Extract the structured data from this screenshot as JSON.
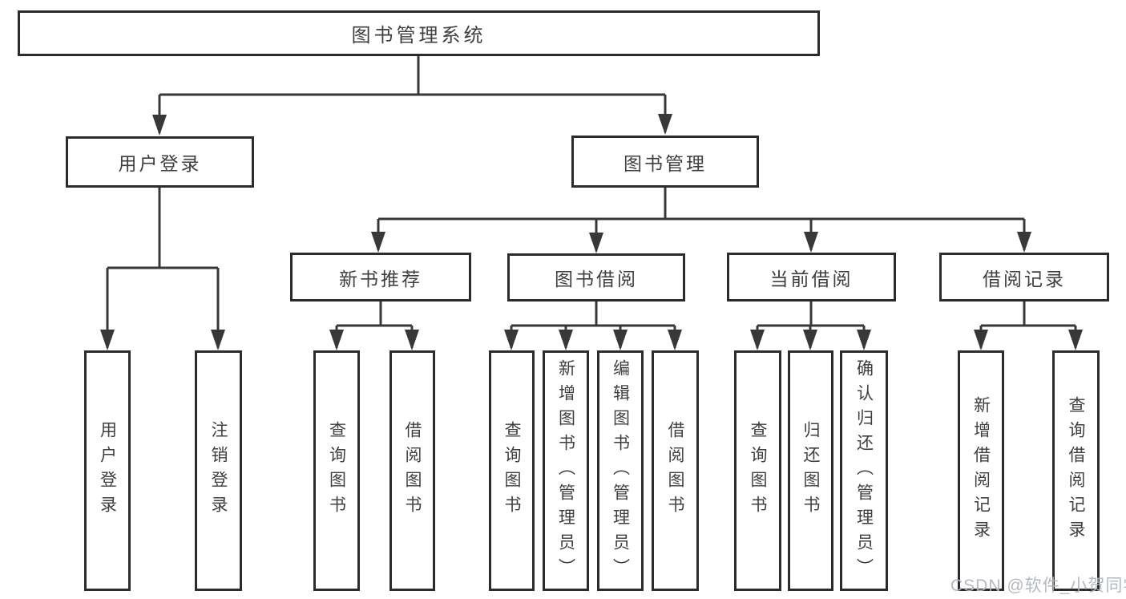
{
  "root": {
    "label": "图书管理系统"
  },
  "level2": [
    {
      "label": "用户登录"
    },
    {
      "label": "图书管理"
    }
  ],
  "level3": [
    {
      "label": "新书推荐"
    },
    {
      "label": "图书借阅"
    },
    {
      "label": "当前借阅"
    },
    {
      "label": "借阅记录"
    }
  ],
  "leaves": [
    {
      "label": "用户登录",
      "parent": "用户登录"
    },
    {
      "label": "注销登录",
      "parent": "用户登录"
    },
    {
      "label": "查询图书",
      "parent": "新书推荐"
    },
    {
      "label": "借阅图书",
      "parent": "新书推荐"
    },
    {
      "label": "查询图书",
      "parent": "图书借阅"
    },
    {
      "label": "新增图书（管理员）",
      "parent": "图书借阅"
    },
    {
      "label": "编辑图书（管理员）",
      "parent": "图书借阅"
    },
    {
      "label": "借阅图书",
      "parent": "图书借阅"
    },
    {
      "label": "查询图书",
      "parent": "当前借阅"
    },
    {
      "label": "归还图书",
      "parent": "当前借阅"
    },
    {
      "label": "确认归还（管理员）",
      "parent": "当前借阅"
    },
    {
      "label": "新增借阅记录",
      "parent": "借阅记录"
    },
    {
      "label": "查询借阅记录",
      "parent": "借阅记录"
    }
  ],
  "watermark": "CSDN @软件_小贺同学",
  "colors": {
    "background": "#ffffff",
    "line": "#383838",
    "border": "#2c2c2c",
    "text": "#3f3f3f",
    "watermark": "#b0b5bd"
  }
}
